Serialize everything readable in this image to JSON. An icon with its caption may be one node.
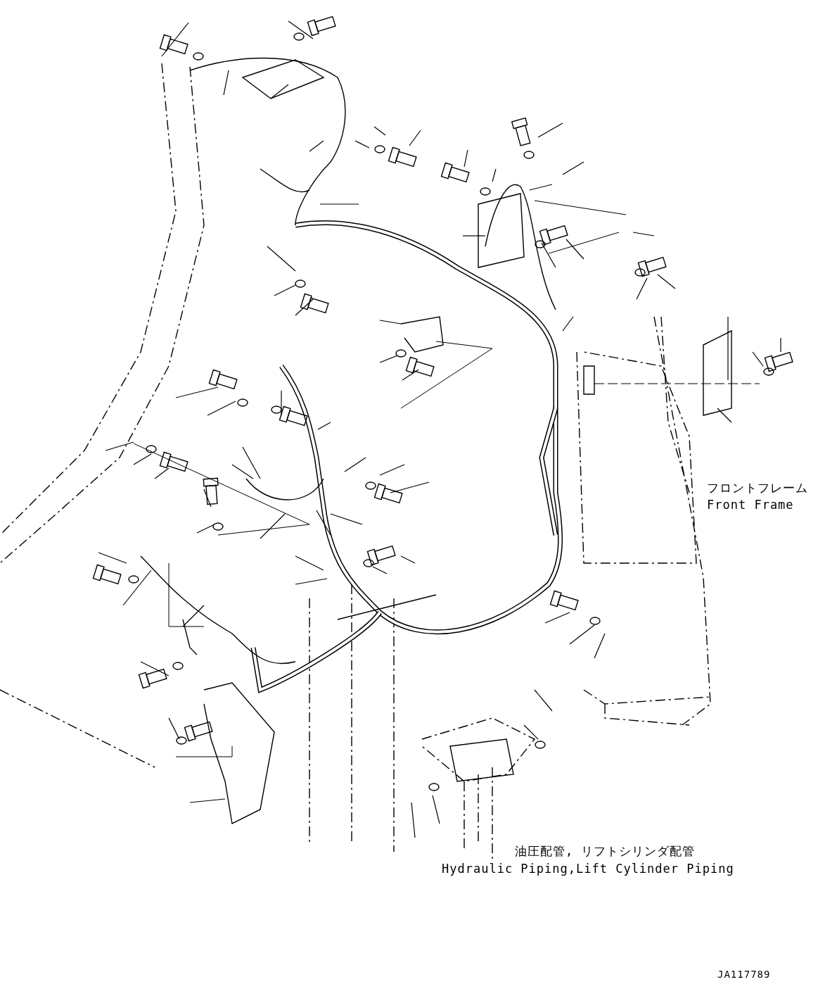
{
  "diagram": {
    "labels": [
      "フロントフレーム",
      "Front Frame",
      "油圧配管, リフトシリンダ配管",
      "Hydraulic Piping,Lift Cylinder Piping",
      "JA117789"
    ]
  }
}
